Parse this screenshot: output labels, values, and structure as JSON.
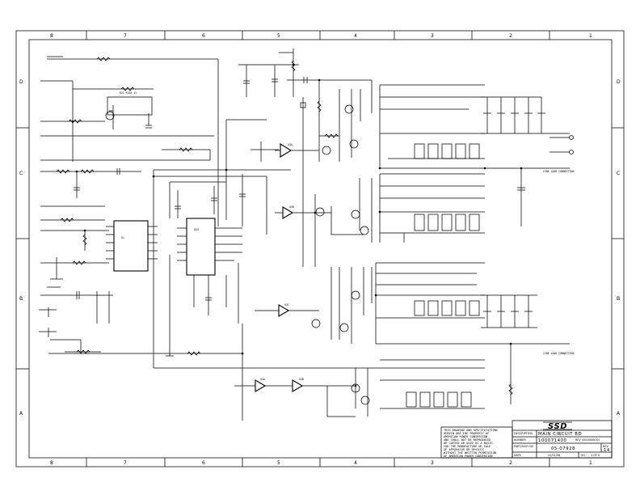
{
  "border": {
    "top_labels": [
      "8",
      "7",
      "6",
      "5",
      "4",
      "3",
      "2",
      "1"
    ],
    "bottom_labels": [
      "8",
      "7",
      "6",
      "5",
      "4",
      "3",
      "2",
      "1"
    ],
    "left_labels": [
      "D",
      "C",
      "B",
      "A"
    ],
    "right_labels": [
      "D",
      "C",
      "B",
      "A"
    ]
  },
  "notes": [
    "THIS DRAWING AND SPECIFICATIONS",
    "HEREIN ARE THE PROPERTY OF",
    "AMERICAN POWER CONVERSION",
    "AND SHALL NOT BE REPRODUCED",
    "OR COPIED OR USED AS A BASIS",
    "FOR THE MANUFACTURE OR SALE",
    "OF APPARATUS OR DEVICES",
    "WITHOUT THE WRITTEN PERMISSION",
    "OF AMERICAN POWER CONVERSION"
  ],
  "title_block": {
    "logo": "SSD",
    "description_label": "DESCRIPTION",
    "description": "MAIN CIRCUIT BD",
    "number_label": "NUMBER",
    "number": "100071400",
    "number_suffix": "REV (000000000)",
    "part_label": "PART/ASSY NO",
    "part_number": "05-07928",
    "rev_label": "REV",
    "rev": "14",
    "date_label": "DATE",
    "date": "12/21/98",
    "sheet_label": "SH",
    "sheet": "1 OF 6"
  },
  "components": {
    "left_ic": "U1",
    "center_ic": "U2A",
    "opamp_1": "U3A",
    "opamp_2": "U3B",
    "opamp_3": "U3C",
    "opamp_4": "U4A",
    "opamp_5": "U4B",
    "top_note": "R21 R22A 1%",
    "right_label_1": "LINE LOAD CONNECTION",
    "right_label_2": "LINE LOAD CONNECTION"
  }
}
